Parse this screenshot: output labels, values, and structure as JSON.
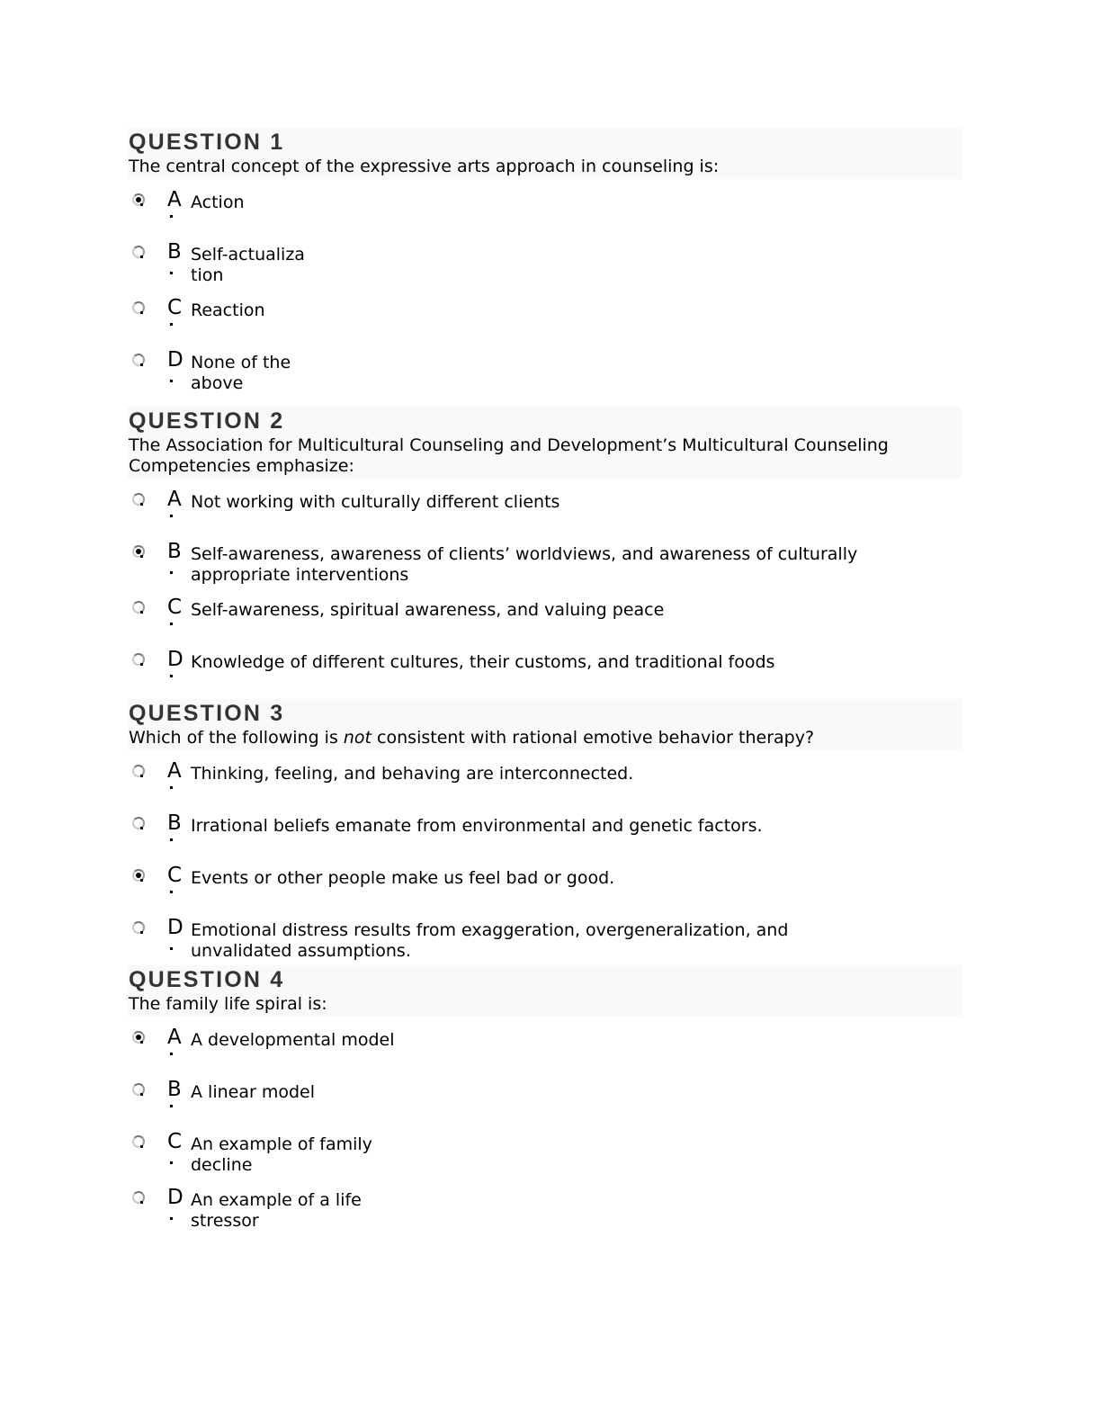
{
  "questions": [
    {
      "title": "QUESTION 1",
      "text": "The central concept of the expressive arts approach in counseling is:",
      "options": [
        {
          "letter": "A",
          "dot": ".",
          "text": "Action",
          "selected": true
        },
        {
          "letter": "B",
          "dot": ".",
          "text": "Self-actualization",
          "selected": false
        },
        {
          "letter": "C",
          "dot": ".",
          "text": "Reaction",
          "selected": false
        },
        {
          "letter": "D",
          "dot": ".",
          "text": "None of the above",
          "selected": false
        }
      ]
    },
    {
      "title": "QUESTION 2",
      "text": "The Association for Multicultural Counseling and Development’s Multicultural Counseling Competencies emphasize:",
      "options": [
        {
          "letter": "A",
          "dot": ".",
          "text": "Not working with culturally different clients",
          "selected": false
        },
        {
          "letter": "B",
          "dot": ".",
          "text": "Self-awareness, awareness of clients’ worldviews, and awareness of culturally appropriate interventions",
          "selected": true
        },
        {
          "letter": "C",
          "dot": ".",
          "text": "Self-awareness, spiritual awareness, and valuing peace",
          "selected": false
        },
        {
          "letter": "D",
          "dot": ".",
          "text": "Knowledge of different cultures, their customs, and traditional foods",
          "selected": false
        }
      ]
    },
    {
      "title": "QUESTION 3",
      "text_before": "Which of the following is ",
      "text_emphasis": "not",
      "text_after": " consistent with rational emotive behavior therapy?",
      "options": [
        {
          "letter": "A",
          "dot": ".",
          "text": "Thinking, feeling, and behaving are interconnected.",
          "selected": false
        },
        {
          "letter": "B",
          "dot": ".",
          "text": "Irrational beliefs emanate from environmental and genetic factors.",
          "selected": false
        },
        {
          "letter": "C",
          "dot": ".",
          "text": "Events or other people make us feel bad or good.",
          "selected": true
        },
        {
          "letter": "D",
          "dot": ".",
          "text": "Emotional distress results from exaggeration, overgeneralization, and unvalidated assumptions.",
          "selected": false
        }
      ]
    },
    {
      "title": "QUESTION 4",
      "text": "The family life spiral is:",
      "options": [
        {
          "letter": "A",
          "dot": ".",
          "text": "A developmental model",
          "selected": true
        },
        {
          "letter": "B",
          "dot": ".",
          "text": "A linear model",
          "selected": false
        },
        {
          "letter": "C",
          "dot": ".",
          "text": "An example of family decline",
          "selected": false
        },
        {
          "letter": "D",
          "dot": ".",
          "text": "An example of a life stressor",
          "selected": false
        }
      ]
    }
  ]
}
